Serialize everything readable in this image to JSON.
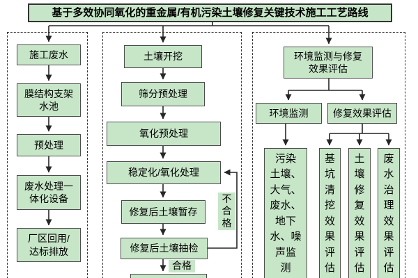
{
  "title": "基于多效协同氧化的重金属/有机污染土壤修复关键技术施工工艺路线",
  "colors": {
    "node_fill": "#c7e6c8",
    "node_border": "#4c4c4c",
    "group_border": "#333333",
    "line": "#262626",
    "background": "#ffffff"
  },
  "left_column": {
    "steps": [
      "施工废水",
      "膜结构支架\n水池",
      "预处理",
      "废水处理一\n体化设备",
      "厂区回用/\n达标排放"
    ]
  },
  "middle_column": {
    "steps": [
      "土壤开挖",
      "筛分预处理",
      "氧化预处理",
      "稳定化/氧化处理",
      "修复后土壤暂存",
      "修复后土壤抽检"
    ],
    "pass_label": "合格",
    "fail_label": "不\n合\n格"
  },
  "right_column": {
    "root": "环境监测与修复\n效果评估",
    "branch_monitoring": "环境监测",
    "branch_evaluation": "修复效果评估",
    "monitoring_detail": "污染\n土壤、\n大气、\n废水、\n地下\n水、噪\n声监\n测",
    "evaluation_details": [
      "基\n坑\n清\n挖\n效\n果\n评\n估",
      "土\n壤\n修\n复\n效\n果\n评\n估",
      "废\n水\n治\n理\n效\n果\n评\n估"
    ]
  }
}
